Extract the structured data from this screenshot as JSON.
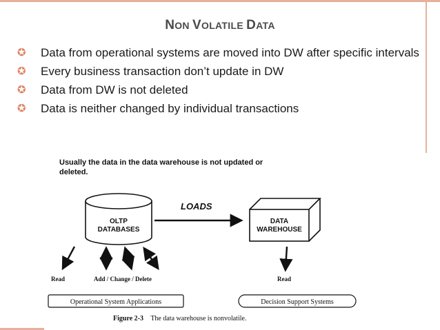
{
  "slide": {
    "title_parts": [
      {
        "t": "N",
        "size": "big"
      },
      {
        "t": "ON ",
        "size": "sm"
      },
      {
        "t": "V",
        "size": "big"
      },
      {
        "t": "OLATILE ",
        "size": "sm"
      },
      {
        "t": "D",
        "size": "big"
      },
      {
        "t": "ATA",
        "size": "sm"
      }
    ],
    "bullets": [
      "Data from operational systems are moved into DW after specific intervals",
      "Every business transaction don’t update in DW",
      "Data from DW is not deleted",
      "Data is neither changed by individual transactions"
    ],
    "bullet_symbol": "✪",
    "accent_color": "#e08060"
  },
  "figure": {
    "caption_top": [
      "Usually the data in the data warehouse is not updated or",
      "deleted."
    ],
    "oltp_label": [
      "OLTP",
      "DATABASES"
    ],
    "loads_label": "LOADS",
    "dw_label": [
      "DATA",
      "WAREHOUSE"
    ],
    "read_left": "Read",
    "add_change_delete": "Add / Change / Delete",
    "read_right": "Read",
    "operational_box": "Operational System Applications",
    "decision_box": "Decision Support Systems",
    "figure_caption_bold": "Figure 2-3",
    "figure_caption_text": "The data warehouse is nonvolatile."
  }
}
